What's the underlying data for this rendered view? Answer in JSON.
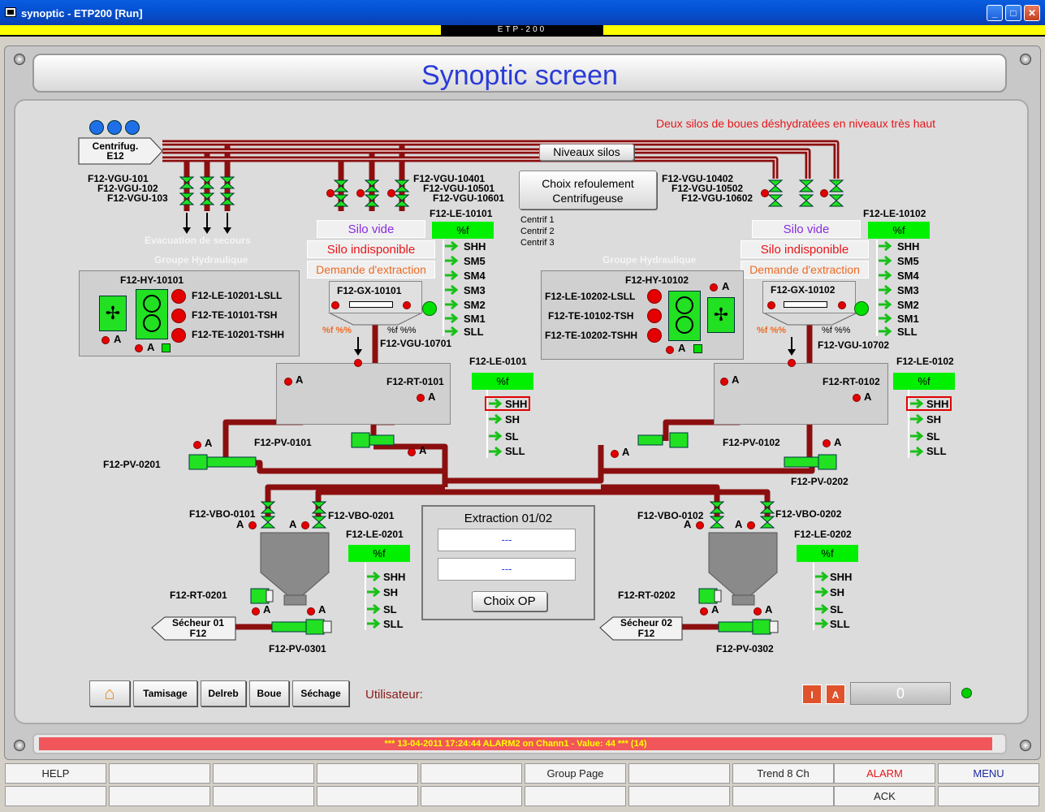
{
  "window": {
    "title": "synoptic - ETP200 [Run]",
    "tab": "ETP-200"
  },
  "header": {
    "title": "Synoptic screen"
  },
  "alert_message": "Deux silos de boues déshydratées en niveaux très haut",
  "centrifuge": {
    "label_line1": "Centrifug.",
    "label_line2": "E12",
    "niveaux_silos": "Niveaux silos",
    "choix_btn_line1": "Choix refoulement",
    "choix_btn_line2": "Centrifugeuse",
    "centrifs": [
      "Centrif 1",
      "Centrif 2",
      "Centrif 3"
    ]
  },
  "left": {
    "vgu_101": "F12-VGU-101",
    "vgu_102": "F12-VGU-102",
    "vgu_103": "F12-VGU-103",
    "evacuation": "Evacuation de secours",
    "groupe_hydraulique": "Groupe Hydraulique",
    "hy": "F12-HY-10101",
    "lsll": "F12-LE-10201-LSLL",
    "tsh": "F12-TE-10101-TSH",
    "tshh": "F12-TE-10201-TSHH",
    "vgu_10401": "F12-VGU-10401",
    "vgu_10501": "F12-VGU-10501",
    "vgu_10601": "F12-VGU-10601",
    "le_10101": "F12-LE-10101",
    "le_10101_val": "%f",
    "silo_vide": "Silo vide",
    "silo_indisp": "Silo indisponible",
    "demande": "Demande d'extraction",
    "gx": "F12-GX-10101",
    "pct_left": "%f %%",
    "pct_right": "%f %%",
    "vgu_10701": "F12-VGU-10701",
    "levels": [
      "SHH",
      "SM5",
      "SM4",
      "SM3",
      "SM2",
      "SM1",
      "SLL"
    ],
    "rt_0101": "F12-RT-0101",
    "le_0101": "F12-LE-0101",
    "le_0101_val": "%f",
    "levels2": [
      "SHH",
      "SH",
      "SL",
      "SLL"
    ],
    "pv_0101": "F12-PV-0101",
    "pv_0201": "F12-PV-0201",
    "vbo_0101": "F12-VBO-0101",
    "vbo_0201": "F12-VBO-0201",
    "le_0201": "F12-LE-0201",
    "le_0201_val": "%f",
    "rt_0201": "F12-RT-0201",
    "secheur_line1": "Sécheur 01",
    "secheur_line2": "F12",
    "pv_0301": "F12-PV-0301"
  },
  "right": {
    "vgu_10402": "F12-VGU-10402",
    "vgu_10502": "F12-VGU-10502",
    "vgu_10602": "F12-VGU-10602",
    "le_10102": "F12-LE-10102",
    "le_10102_val": "%f",
    "silo_vide": "Silo vide",
    "silo_indisp": "Silo indisponible",
    "demande": "Demande d'extraction",
    "groupe_hydraulique": "Groupe Hydraulique",
    "hy": "F12-HY-10102",
    "lsll": "F12-LE-10202-LSLL",
    "tsh": "F12-TE-10102-TSH",
    "tshh": "F12-TE-10202-TSHH",
    "gx": "F12-GX-10102",
    "pct_left": "%f %%",
    "pct_right": "%f %%",
    "vgu_10702": "F12-VGU-10702",
    "levels": [
      "SHH",
      "SM5",
      "SM4",
      "SM3",
      "SM2",
      "SM1",
      "SLL"
    ],
    "rt_0102": "F12-RT-0102",
    "le_0102": "F12-LE-0102",
    "le_0102_val": "%f",
    "levels2": [
      "SHH",
      "SH",
      "SL",
      "SLL"
    ],
    "pv_0102": "F12-PV-0102",
    "pv_0202": "F12-PV-0202",
    "vbo_0102": "F12-VBO-0102",
    "vbo_0202": "F12-VBO-0202",
    "le_0202": "F12-LE-0202",
    "le_0202_val": "%f",
    "rt_0202": "F12-RT-0202",
    "secheur_line1": "Sécheur 02",
    "secheur_line2": "F12",
    "pv_0302": "F12-PV-0302"
  },
  "extraction": {
    "title": "Extraction 01/02",
    "field1": "---",
    "field2": "---",
    "choix_op": "Choix OP"
  },
  "nav": {
    "tamisage": "Tamisage",
    "delreb": "Delreb",
    "boue": "Boue",
    "sechage": "Séchage",
    "utilisateur": "Utilisateur:",
    "i_btn": "I",
    "a_btn": "A",
    "counter": "0"
  },
  "a_mark": "A",
  "alarm_bar": "*** 13-04-2011 17:24:44   ALARM2 on Chann1 - Value: 44 *** (14)",
  "fkeys_row1": [
    "HELP",
    "",
    "",
    "",
    "",
    "Group Page",
    "",
    "Trend 8 Ch",
    "ALARM",
    "MENU"
  ],
  "fkeys_row2": [
    "",
    "",
    "",
    "",
    "",
    "",
    "",
    "",
    "ACK",
    ""
  ],
  "colors": {
    "accent": "#2a3bd8",
    "alarm": "#e8151a",
    "ok": "#00f000",
    "pipe": "#8b0f0f"
  }
}
